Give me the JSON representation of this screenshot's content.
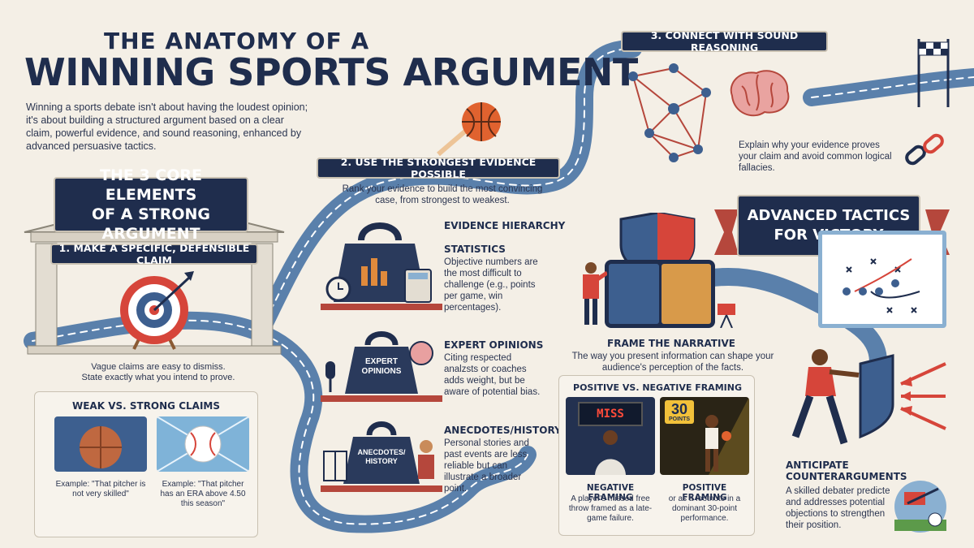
{
  "header": {
    "subtitle": "THE ANATOMY OF A",
    "title": "WINNING SPORTS ARGUMENT",
    "intro": "Winning a sports debate isn't about having the loudest opinion; it's about building a structured argument based on a clear claim, powerful evidence, and sound reasoning, enhanced by advanced persuasive tactics."
  },
  "core": {
    "banner_line1": "THE 3 CORE ELEMENTS",
    "banner_line2": "OF A STRONG ARGUMENT"
  },
  "step1": {
    "title": "1. MAKE A SPECIFIC, DEFENSIBLE CLAIM",
    "caption_line1": "Vague claims are easy to dismiss.",
    "caption_line2": "State exactly what you intend to prove."
  },
  "weak_strong": {
    "title": "WEAK VS. STRONG CLAIMS",
    "weak_example": "Example: \"That pitcher is not very skilled\"",
    "strong_example": "Example: \"That pitcher has an ERA above 4.50 this season\""
  },
  "step2": {
    "title": "2. USE THE STRONGEST EVIDENCE POSSIBLE",
    "desc": "Rank your evidence to build the most convincing case, from strongest to weakest.",
    "hierarchy_label": "EVIDENCE HIERARCHY",
    "items": [
      {
        "title": "STATISTICS",
        "text": "Objective numbers are the most difficult to challenge (e.g., points per game, win percentages)."
      },
      {
        "title": "EXPERT OPINIONS",
        "text": "Citing respected analzsts or coaches adds weight, but be aware of potential bias.",
        "weight_label": "EXPERT OPINIONS"
      },
      {
        "title": "ANECDOTES/HISTORY",
        "text": "Personal stories and past events are less reliable but can illustrate a broader point.",
        "weight_label": "ANECDOTES/ HISTORY"
      }
    ]
  },
  "step3": {
    "title": "3. CONNECT WITH SOUND REASONING",
    "desc": "Explain why your evidence proves your claim and avoid common logical fallacies."
  },
  "advanced": {
    "banner_line1": "ADVANCED TACTICS",
    "banner_line2": "FOR VICTORY"
  },
  "frame": {
    "title": "FRAME THE NARRATIVE",
    "desc": "The way you present information can shape your audience's perception of the facts."
  },
  "framing": {
    "title": "POSITIVE VS. NEGATIVE FRAMING",
    "miss_label": "MISS",
    "points_value": "30",
    "points_label": "POINTS",
    "negative_title": "NEGATIVE FRAMING",
    "negative_text": "A player's missed free throw framed as a late-game failure.",
    "positive_title": "POSITIVE FRAMING",
    "positive_text": "or as a footnote in a dominant 30-point performance."
  },
  "anticipate": {
    "title": "ANTICIPATE COUNTERARGUMENTS",
    "text": "A skilled debater predicte and addresses potential objections to strengthen their position."
  },
  "colors": {
    "navy": "#1f2d4d",
    "road": "#5a80ab",
    "red": "#d6453a",
    "background": "#f4efe6"
  }
}
